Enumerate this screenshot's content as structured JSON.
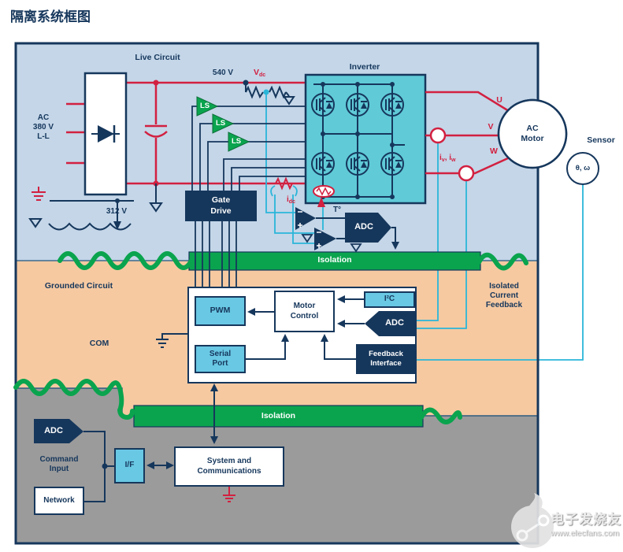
{
  "title": "隔离系统框图",
  "colors": {
    "navy": "#16375c",
    "red": "#d22040",
    "cyan_line": "#2ab6d9",
    "green_isolation": "#0aa44e",
    "live_bg": "#c4d6e8",
    "grounded_bg": "#f6c9a1",
    "command_bg": "#9b9b9b",
    "cyan_box": "#69c8e4"
  },
  "live": {
    "section_label": "Live Circuit",
    "ac_input": "AC\n380 V\nL-L",
    "bus_voltage": "540 V",
    "vdc_main": "V",
    "vdc_sub": "dc",
    "cap_voltage": "312 V",
    "inverter_label": "Inverter",
    "ls1": "LS",
    "ls2": "LS",
    "ls3": "LS",
    "gate_drive": "Gate\nDrive",
    "idc_main": "i",
    "idc_sub": "dc",
    "temp_label": "T°",
    "adc_label": "ADC",
    "phase_u": "U",
    "phase_v": "V",
    "phase_w": "W",
    "ivw_i1": "i",
    "ivw_s1": "v",
    "ivw_sep": ", ",
    "ivw_i2": "i",
    "ivw_s2": "w",
    "motor": "AC\nMotor",
    "sensor_label": "Sensor",
    "sensor_vars": "θ, ω"
  },
  "isolation1": "Isolation",
  "grounded": {
    "section_label": "Grounded Circuit",
    "com": "COM",
    "pwm": "PWM",
    "motor_control": "Motor\nControl",
    "i2c": "I²C",
    "adc": "ADC",
    "serial_port": "Serial\nPort",
    "feedback_interface": "Feedback\nInterface",
    "isolated_feedback": "Isolated\nCurrent\nFeedback"
  },
  "isolation2": "Isolation",
  "command": {
    "adc": "ADC",
    "command_input": "Command\nInput",
    "interface": "I/F",
    "network": "Network",
    "system_comms": "System and\nCommunications"
  },
  "watermark": {
    "name": "电子发烧友",
    "url": "www.elecfans.com"
  }
}
